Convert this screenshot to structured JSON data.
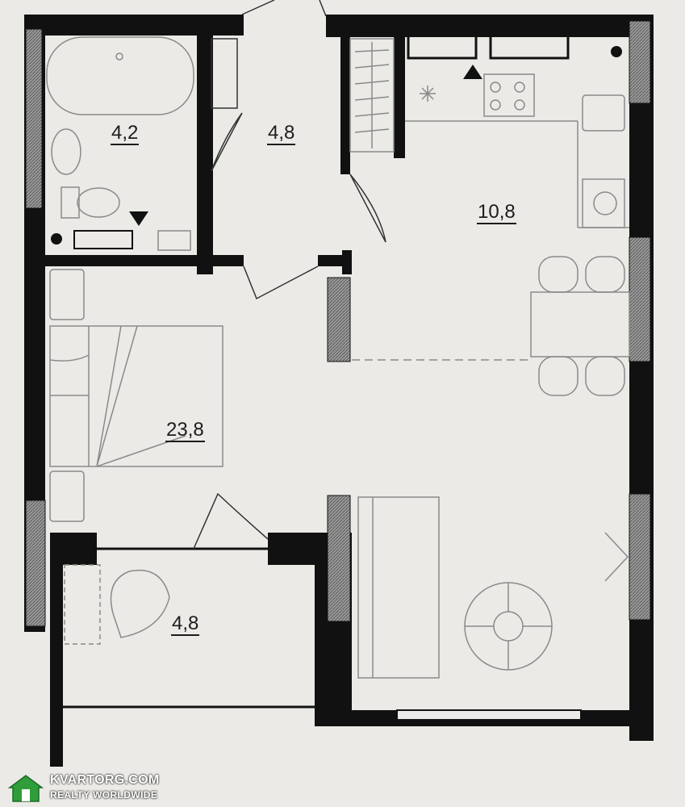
{
  "rooms": {
    "bathroom": {
      "area": "4,2"
    },
    "hallway": {
      "area": "4,8"
    },
    "kitchen": {
      "area": "10,8"
    },
    "living_room": {
      "area": "23,8"
    },
    "balcony": {
      "area": "4,8"
    }
  },
  "watermark": {
    "title": "KVARTORG.COM",
    "subtitle": "REALTY WORLDWIDE"
  },
  "colors": {
    "wall": "#111111",
    "window": "#7a7a7a",
    "furniture": "#8a8a8a",
    "background": "#eceae6",
    "watermark_green": "#2f9e3a"
  }
}
